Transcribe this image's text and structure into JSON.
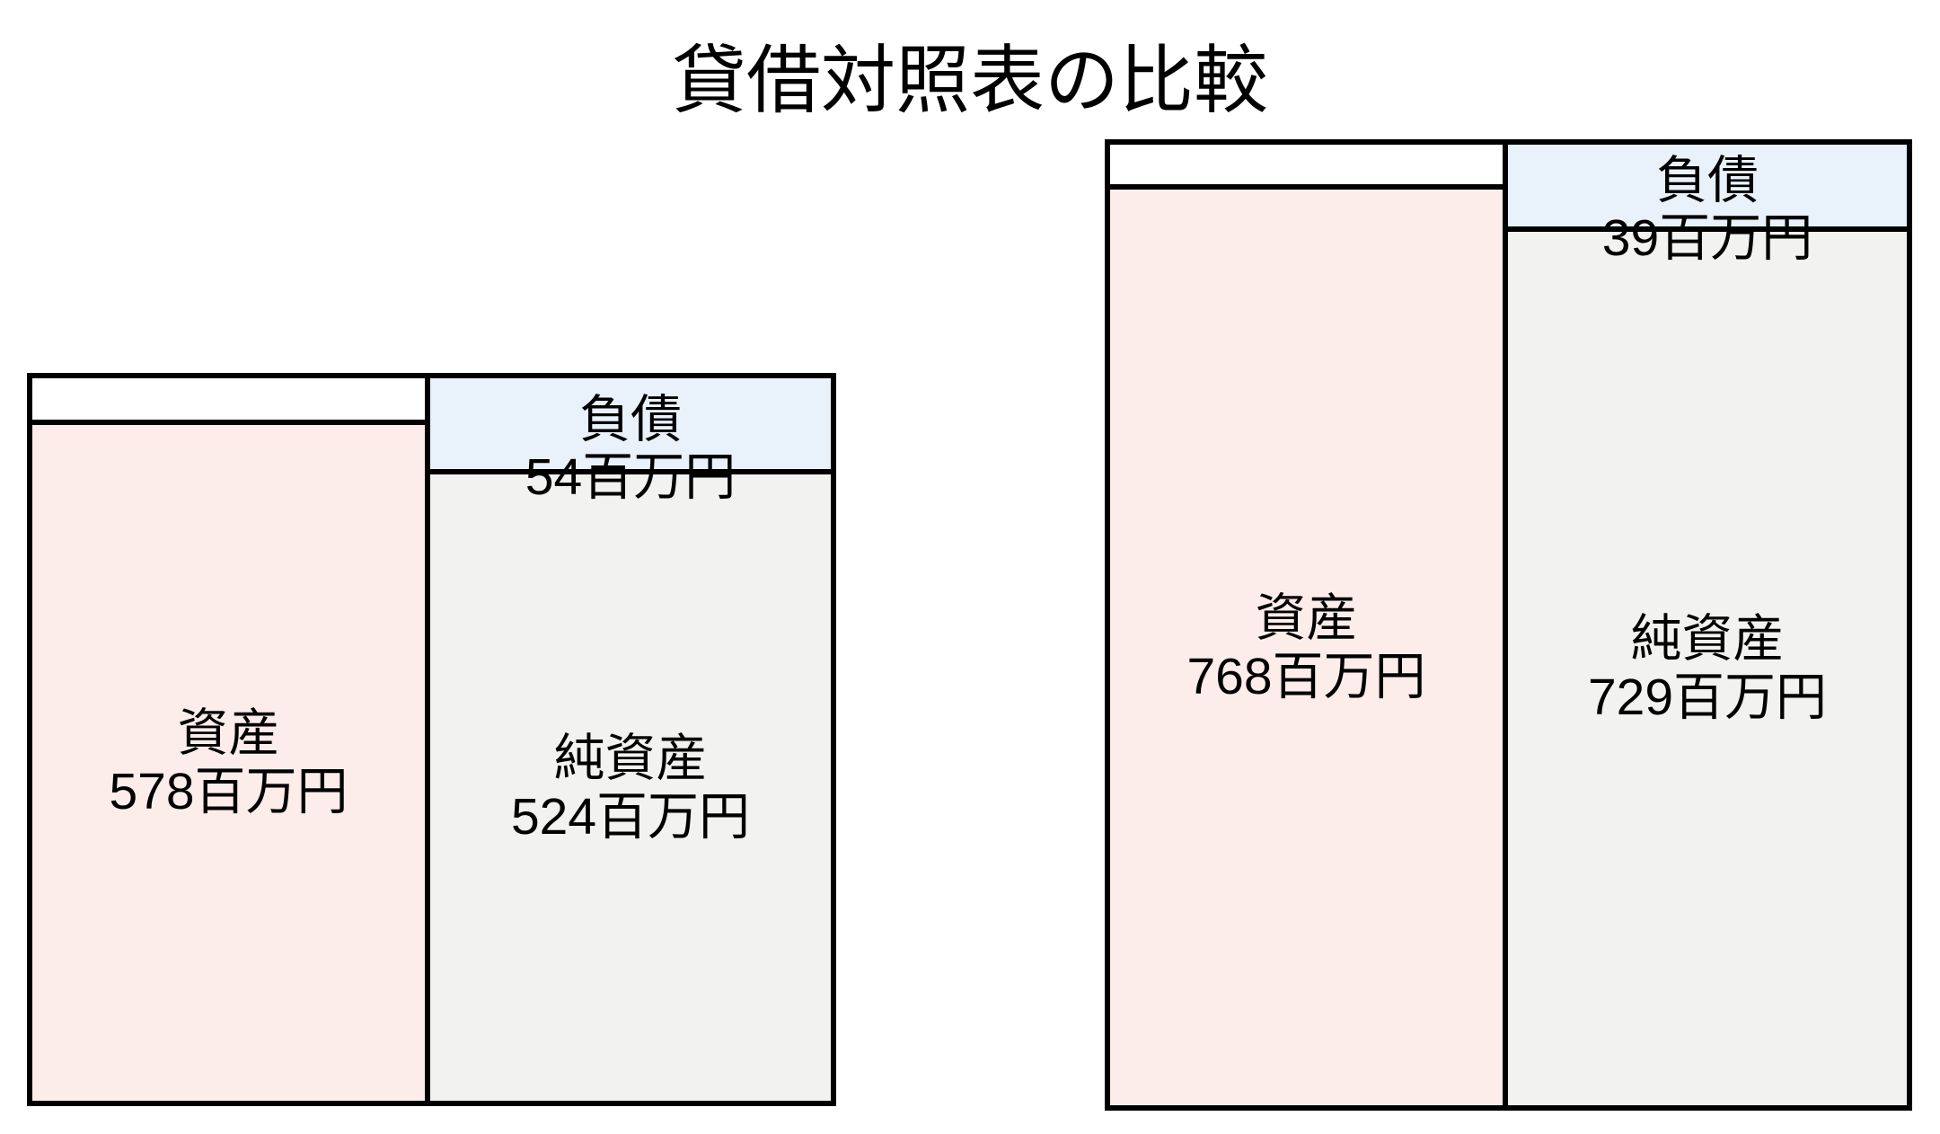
{
  "title": "貸借対照表の比較",
  "colors": {
    "background": "#ffffff",
    "border": "#000000",
    "text": "#000000",
    "assets_fill": "#fcedea",
    "liabilities_fill": "#e9f1fb",
    "net_assets_fill": "#f2f2f1",
    "strip_fill": "#ffffff"
  },
  "chart_data": {
    "type": "bar",
    "subtype": "stacked-balance-sheet-comparison",
    "title": "貸借対照表の比較",
    "unit": "百万円",
    "legend_position": "none",
    "grid": false,
    "charts": [
      {
        "id": "left",
        "assets": {
          "label": "資産",
          "value": 578,
          "value_text": "578百万円"
        },
        "liabilities": {
          "label": "負債",
          "value": 54,
          "value_text": "54百万円"
        },
        "net_assets": {
          "label": "純資産",
          "value": 524,
          "value_text": "524百万円"
        }
      },
      {
        "id": "right",
        "assets": {
          "label": "資産",
          "value": 768,
          "value_text": "768百万円"
        },
        "liabilities": {
          "label": "負債",
          "value": 39,
          "value_text": "39百万円"
        },
        "net_assets": {
          "label": "純資産",
          "value": 729,
          "value_text": "729百万円"
        }
      }
    ]
  }
}
